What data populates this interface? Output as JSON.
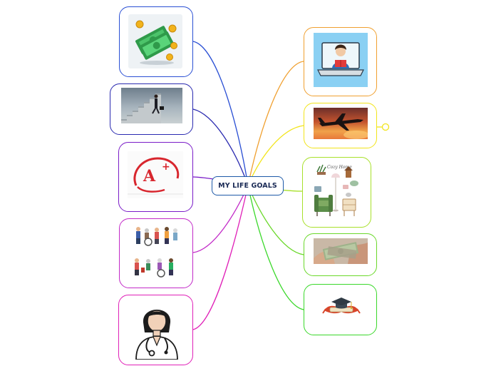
{
  "central_topic": {
    "label": "MY LIFE GOALS",
    "border_color": "#1e5aa8"
  },
  "branches": [
    {
      "id": "money",
      "picture": "dollar-bills-coins-icon",
      "color": "#2a4fd4"
    },
    {
      "id": "career-stairs",
      "picture": "woman-climbing-stairs-photo",
      "color": "#2a2ab0"
    },
    {
      "id": "good-grades",
      "picture": "a-plus-grade-icon",
      "color": "#7a1cc8"
    },
    {
      "id": "family-care",
      "picture": "family-caregivers-icon",
      "color": "#c22ac8"
    },
    {
      "id": "doctor",
      "picture": "doctor-avatar-icon",
      "color": "#e020b8"
    },
    {
      "id": "online-learning",
      "picture": "boy-reading-laptop-icon",
      "color": "#f0a030"
    },
    {
      "id": "travel",
      "picture": "airplane-sunset-photo",
      "color": "#f2e41a"
    },
    {
      "id": "cozy-home",
      "picture": "cozy-home-furniture-icon",
      "color": "#a8e02a"
    },
    {
      "id": "savings",
      "picture": "cash-in-hands-photo",
      "color": "#6ad82a"
    },
    {
      "id": "graduation",
      "picture": "graduation-cap-diploma-icon",
      "color": "#3ad82a"
    }
  ],
  "cozy_home_caption": "Cozy Home"
}
